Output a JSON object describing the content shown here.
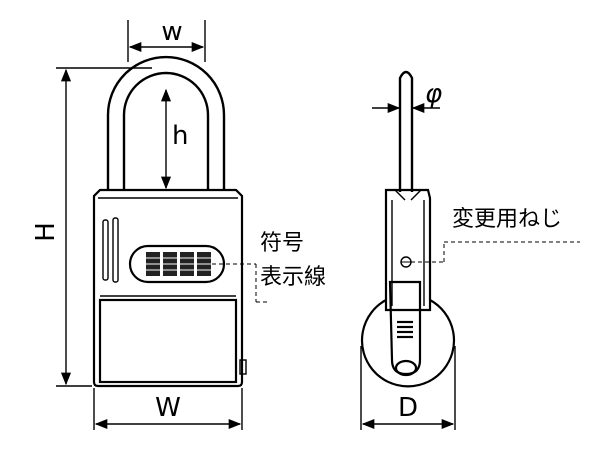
{
  "labels": {
    "shackle_width": "w",
    "shackle_height": "h",
    "total_height": "H",
    "body_width": "W",
    "depth": "D",
    "shackle_diameter": "φ",
    "symbol_line_1": "符号",
    "symbol_line_2": "表示線",
    "change_screw": "変更用ねじ"
  },
  "colors": {
    "line": "#000000",
    "background": "#ffffff"
  }
}
